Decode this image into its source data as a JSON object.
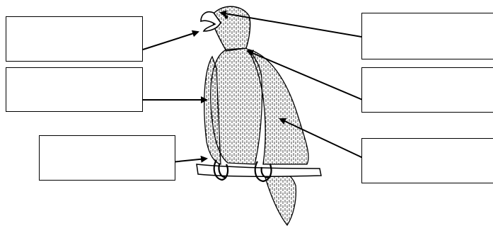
{
  "diagram": {
    "subject": "eagle-perched-on-branch",
    "labels": [
      {
        "id": "left-top",
        "text": ""
      },
      {
        "id": "left-mid",
        "text": ""
      },
      {
        "id": "left-bottom",
        "text": ""
      },
      {
        "id": "right-top",
        "text": ""
      },
      {
        "id": "right-mid",
        "text": ""
      },
      {
        "id": "right-bottom",
        "text": ""
      }
    ],
    "line_color": "#000000",
    "box_border_color": "#000000"
  }
}
